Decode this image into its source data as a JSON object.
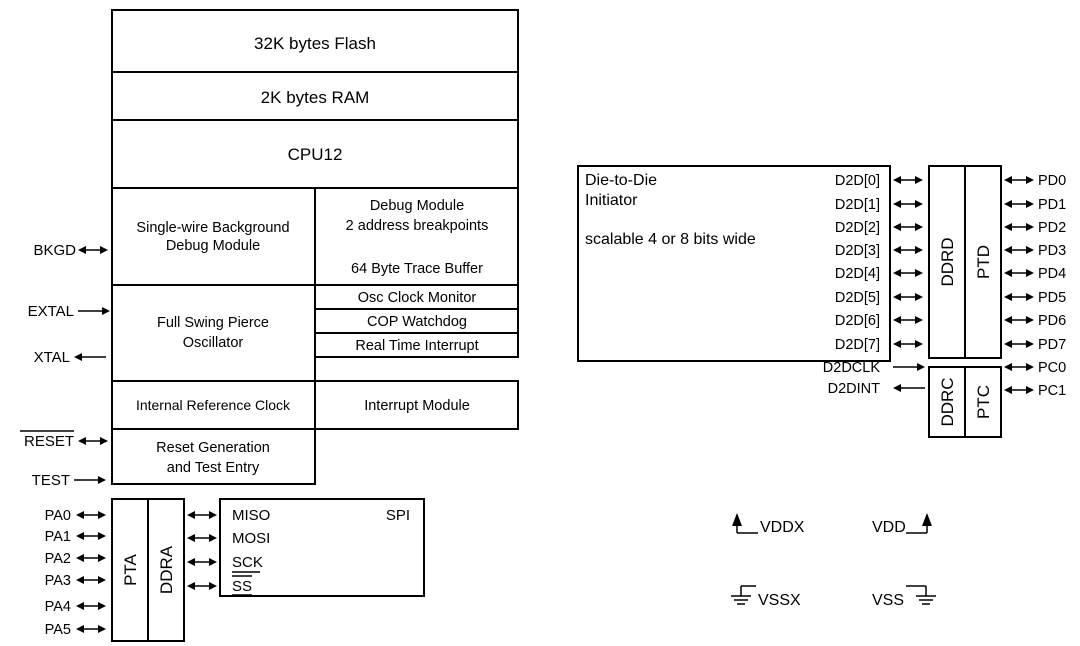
{
  "mcu": {
    "flash": "32K bytes Flash",
    "ram": "2K bytes RAM",
    "cpu": "CPU12",
    "bdm": [
      "Single-wire Background",
      "Debug Module"
    ],
    "dbg": [
      "Debug Module",
      "2 address breakpoints",
      "64 Byte Trace Buffer"
    ],
    "osc": [
      "Full Swing Pierce",
      "Oscillator"
    ],
    "osc_monitor": "Osc Clock Monitor",
    "cop": "COP Watchdog",
    "rti": "Real Time Interrupt",
    "irc": "Internal Reference Clock",
    "int": "Interrupt Module",
    "rst": [
      "Reset Generation",
      "and Test Entry"
    ]
  },
  "pins_left": {
    "bkgd": "BKGD",
    "extal": "EXTAL",
    "xtal": "XTAL",
    "reset": "RESET",
    "test": "TEST"
  },
  "port_a": {
    "pta": "PTA",
    "ddra": "DDRA",
    "pins": [
      "PA0",
      "PA1",
      "PA2",
      "PA3",
      "PA4",
      "PA5"
    ]
  },
  "spi": {
    "title": "SPI",
    "signals": [
      "MISO",
      "MOSI",
      "SCK",
      "SS"
    ]
  },
  "d2d": {
    "title": [
      "Die-to-Die",
      "Initiator"
    ],
    "note": "scalable 4 or 8 bits wide",
    "data": [
      "D2D[0]",
      "D2D[1]",
      "D2D[2]",
      "D2D[3]",
      "D2D[4]",
      "D2D[5]",
      "D2D[6]",
      "D2D[7]"
    ],
    "clk": "D2DCLK",
    "int": "D2DINT",
    "ddrd": "DDRD",
    "ptd": "PTD",
    "ddrc": "DDRC",
    "ptc": "PTC",
    "pd": [
      "PD0",
      "PD1",
      "PD2",
      "PD3",
      "PD4",
      "PD5",
      "PD6",
      "PD7"
    ],
    "pc": [
      "PC0",
      "PC1"
    ]
  },
  "power": {
    "vddx": "VDDX",
    "vdd": "VDD",
    "vssx": "VSSX",
    "vss": "VSS"
  }
}
